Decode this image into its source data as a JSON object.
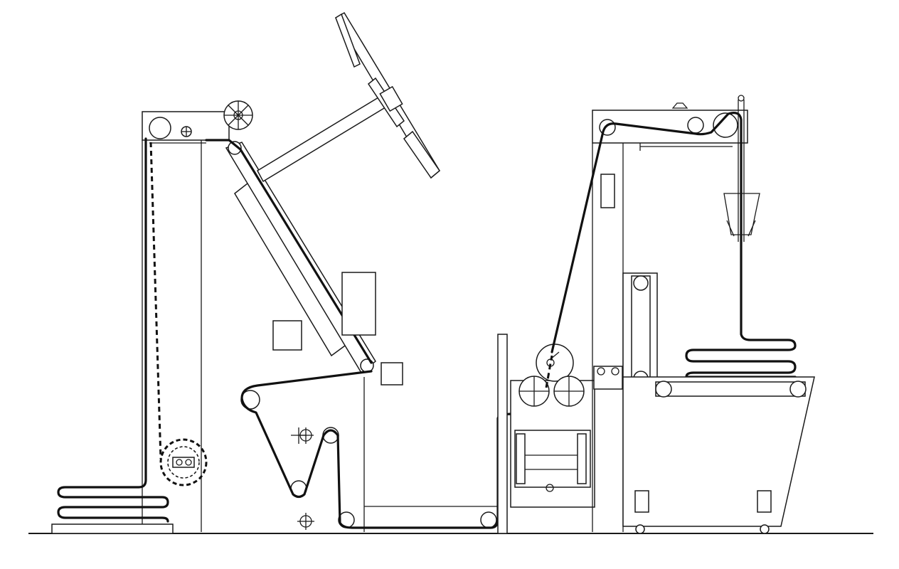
{
  "diagram": {
    "kind": "textile machine fabric path line drawing",
    "colors": {
      "background": "#ffffff",
      "line": "#111111"
    },
    "parts": [
      "left-tower",
      "left-fabric-stack",
      "dashed-beater-roll",
      "inclined-conveyor",
      "swing-arm-plate",
      "j-box-rollers",
      "centre-post",
      "pad-mangle",
      "right-tower",
      "plaiter-folder",
      "right-fabric-stack",
      "collecting-trolley"
    ]
  }
}
